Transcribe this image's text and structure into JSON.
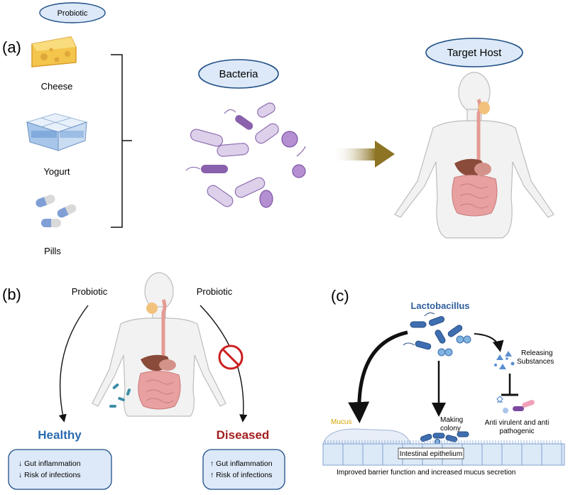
{
  "panel_a": {
    "label": "(a)",
    "probiotic_pill": "Probiotic",
    "sources": [
      {
        "label": "Cheese",
        "icon": "cheese-icon"
      },
      {
        "label": "Yogurt",
        "icon": "yogurt-icon"
      },
      {
        "label": "Pills",
        "icon": "pills-icon"
      }
    ],
    "bacteria_label": "Bacteria",
    "target_label": "Target Host"
  },
  "panel_b": {
    "label": "(b)",
    "probiotic_left": "Probiotic",
    "probiotic_right": "Probiotic",
    "healthy": {
      "title": "Healthy",
      "color": "#2b6cb0",
      "items": [
        "↓ Gut inflammation",
        "↓ Risk of infections"
      ]
    },
    "diseased": {
      "title": "Diseased",
      "color": "#a51d1d",
      "items": [
        "↑ Gut inflammation",
        "↑ Risk of infections"
      ]
    }
  },
  "panel_c": {
    "label": "(c)",
    "organism": "Lactobacillus",
    "releasing": [
      "Releasing",
      "Substances"
    ],
    "anti": [
      "Anti virulent and anti",
      "pathogenic"
    ],
    "making": [
      "Making",
      "colony"
    ],
    "mucus": "Mucus",
    "epithelium": "Intestinal epithelium",
    "caption": "Improved barrier function and increased mucus secretion"
  },
  "colors": {
    "pill_fill": "#dde9f8",
    "pill_stroke": "#1f4f86",
    "bacteria_purple": "#9b7fb8",
    "arrow_gold": "#8c7424",
    "lacto_blue": "#2f5f99",
    "body_fill": "#f0f0f0",
    "intestine_pink": "#e8a0a0"
  }
}
